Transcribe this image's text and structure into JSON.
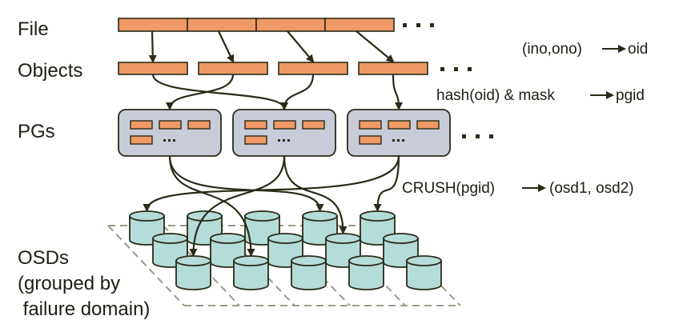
{
  "labels": {
    "file": "File",
    "objects": "Objects",
    "pgs": "PGs",
    "osds_line1": "OSDs",
    "osds_line2": "(grouped by",
    "osds_line3": " failure domain)"
  },
  "mappings": {
    "file_to_object": {
      "left": "(ino,ono)",
      "right": "oid"
    },
    "object_to_pg": {
      "left": "hash(oid) & mask",
      "right": "pgid"
    },
    "pg_to_osd": {
      "left": "CRUSH(pgid)",
      "right": "(osd1, osd2)"
    }
  },
  "ellipsis": "...",
  "structure": {
    "file_segments": 4,
    "object_count": 4,
    "pg_count": 3,
    "pg_slots_visible": 4,
    "osd_rows": 3,
    "osd_columns": 5,
    "file_to_object": [
      0,
      1,
      2,
      3
    ],
    "object_to_pg": [
      1,
      0,
      1,
      2
    ],
    "pg_to_osd": [
      [
        [
          0,
          3
        ],
        [
          2,
          1
        ]
      ],
      [
        [
          2,
          0
        ],
        [
          1,
          3
        ]
      ],
      [
        [
          0,
          0
        ],
        [
          0,
          4
        ]
      ]
    ]
  },
  "colors": {
    "orange": "#ee9966",
    "pg_fill": "#c8ccd8",
    "cylinder": "#b4dcd8",
    "stroke": "#2a2a18",
    "dash": "#9a9a88"
  }
}
